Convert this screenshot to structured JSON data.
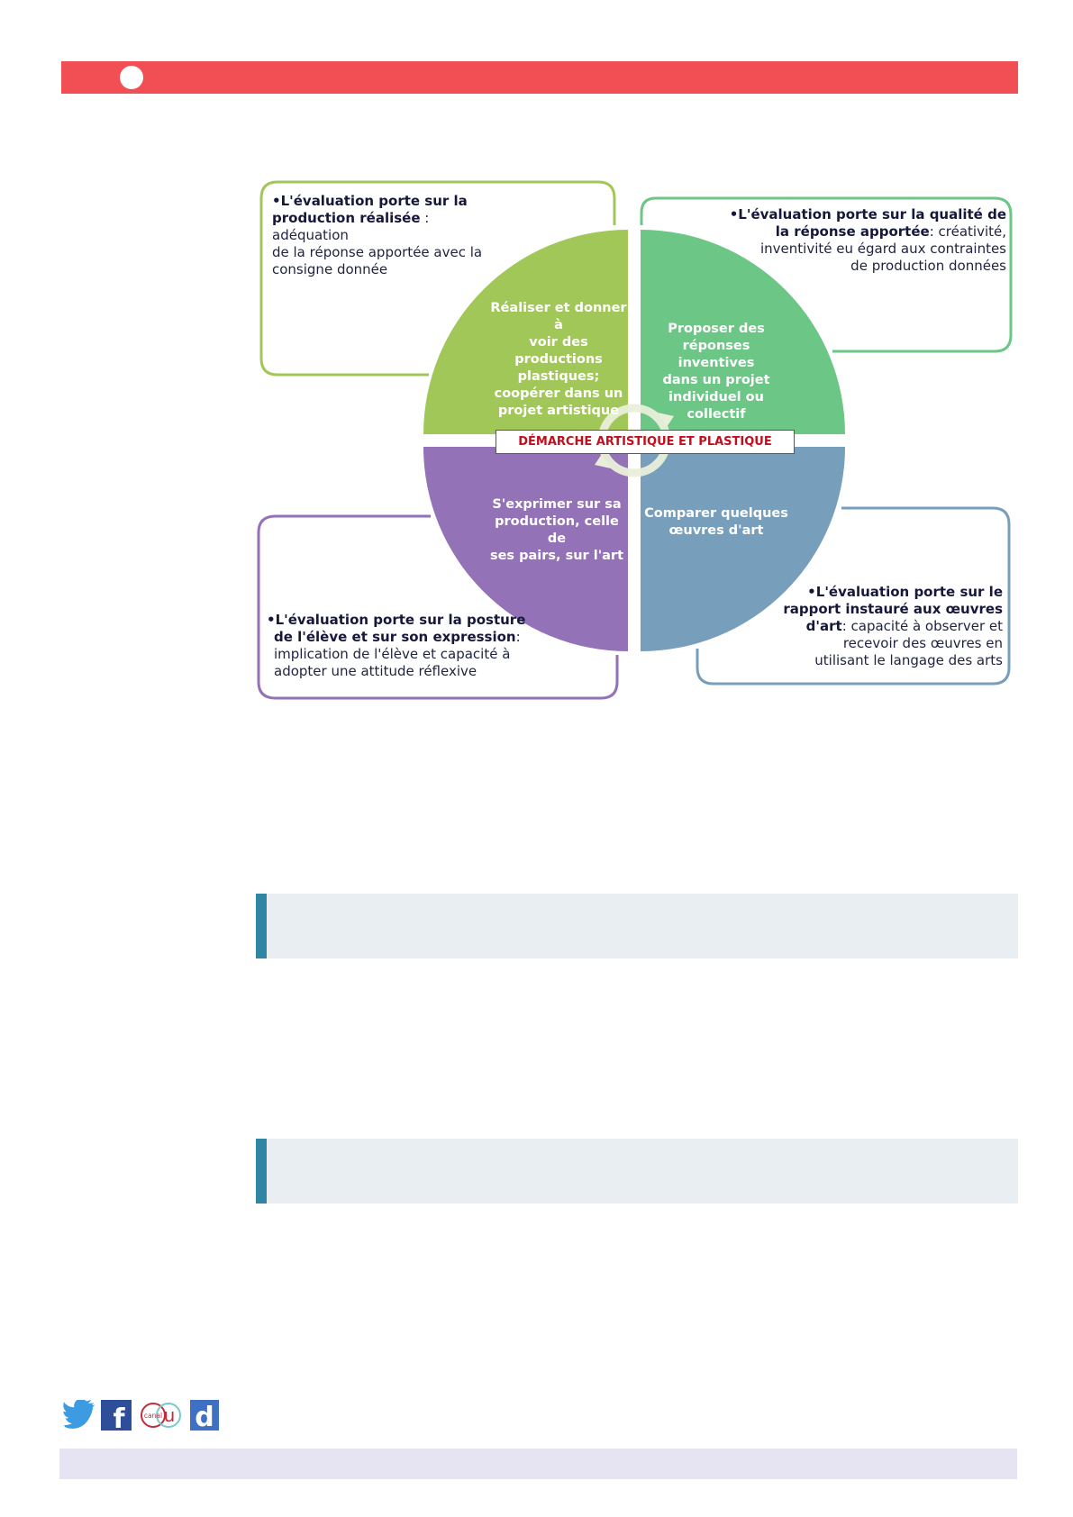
{
  "header": {
    "bar_color": "#f24f55"
  },
  "diagram": {
    "center_title": "DÉMARCHE ARTISTIQUE ET PLASTIQUE",
    "quadrants": [
      {
        "id": "top-left",
        "color": "#a2c759",
        "lines": [
          "Réaliser et donner à",
          "voir des",
          "productions",
          "plastiques;",
          "coopérer dans un",
          "projet artistique"
        ]
      },
      {
        "id": "top-right",
        "color": "#6cc685",
        "lines": [
          "Proposer des",
          "réponses inventives",
          "dans un projet",
          "individuel ou",
          "collectif"
        ]
      },
      {
        "id": "bottom-left",
        "color": "#9372b7",
        "lines": [
          "S'exprimer sur sa",
          "production, celle de",
          "ses pairs, sur l'art"
        ]
      },
      {
        "id": "bottom-right",
        "color": "#779fbc",
        "lines": [
          "Comparer quelques",
          "œuvres d'art"
        ]
      }
    ],
    "notes": {
      "top_left": {
        "l1_bold": "•L'évaluation porte sur la",
        "l2_bold": "production réalisée",
        "l2_rest": " : adéquation",
        "l3": "de la réponse apportée avec la",
        "l4": "consigne donnée"
      },
      "top_right": {
        "l1_bold": "•L'évaluation porte sur la qualité de",
        "l2_bold": "la réponse apportée",
        "l2_rest": ": créativité,",
        "l3": "inventivité eu égard aux contraintes",
        "l4": "de production données"
      },
      "bottom_left": {
        "l1_bold": "•L'évaluation porte sur la posture",
        "l2_bold": "de l'élève et sur son expression",
        "l2_rest": ":",
        "l3": "implication de l'élève et capacité à",
        "l4": "adopter une attitude réflexive"
      },
      "bottom_right": {
        "l1_bold": "•L'évaluation porte sur le",
        "l2_bold": "rapport instauré  aux œuvres",
        "l3_bold": "d'art",
        "l3_rest": ": capacité à observer et",
        "l4": "recevoir des œuvres en",
        "l5": "utilisant le langage des arts"
      }
    }
  },
  "social": {
    "icons": [
      "twitter-icon",
      "facebook-icon",
      "canal-u-icon",
      "dailymotion-icon"
    ],
    "canal_u_text": "canal",
    "canal_u_letter": "u",
    "dailymotion_letter": "d",
    "facebook_letter": "f"
  }
}
